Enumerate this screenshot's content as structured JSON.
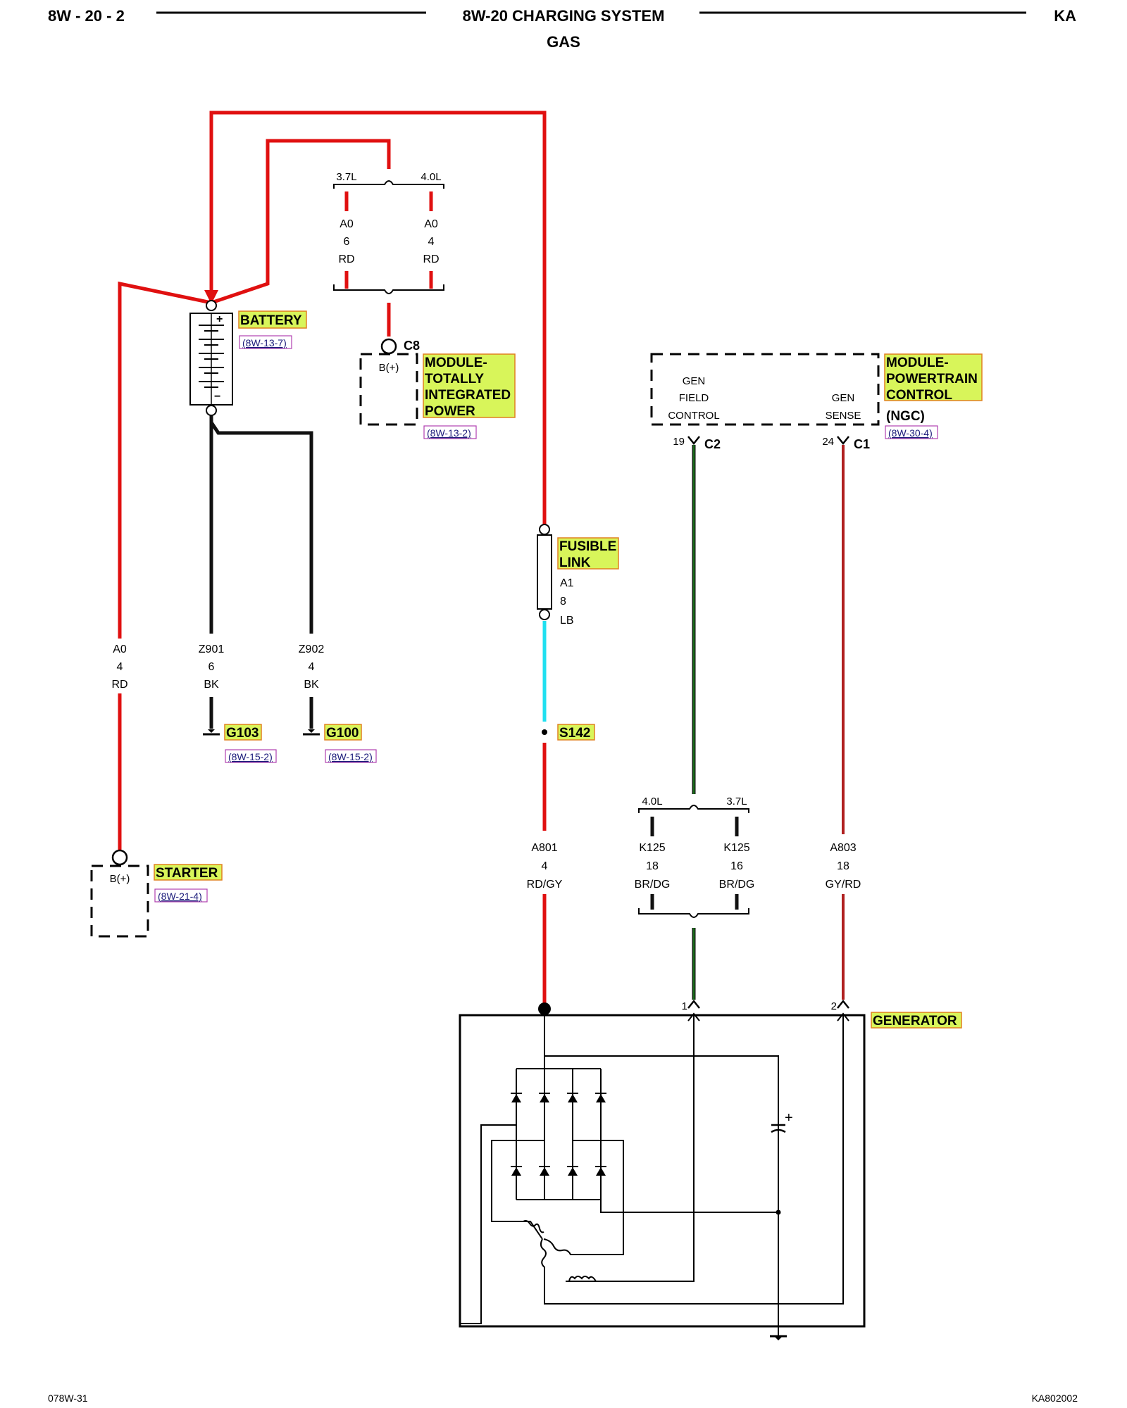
{
  "header": {
    "page": "8W - 20 - 2",
    "title": "8W-20 CHARGING SYSTEM",
    "subtitle": "GAS",
    "vehicle": "KA"
  },
  "footer": {
    "left": "078W-31",
    "right": "KA802002"
  },
  "colors": {
    "red": "#e01010",
    "dark_red": "#b02020",
    "black": "#111111",
    "cyan": "#20e0f0",
    "green": "#1a6e1a",
    "highlight": "#d8f55a",
    "highlight_border": "#e08020"
  },
  "top_branch": {
    "left_option": "3.7L",
    "right_option": "4.0L",
    "left_wire": {
      "circuit": "A0",
      "gauge": "6",
      "color": "RD"
    },
    "right_wire": {
      "circuit": "A0",
      "gauge": "4",
      "color": "RD"
    }
  },
  "battery": {
    "label": "BATTERY",
    "ref": "(8W-13-7)",
    "plus_symbol": "+",
    "minus_symbol": "−"
  },
  "tipm": {
    "connector": "C8",
    "pin": "B(+)",
    "label_lines": [
      "MODULE-",
      "TOTALLY",
      "INTEGRATED",
      "POWER"
    ],
    "ref": "(8W-13-2)"
  },
  "pcm": {
    "label_lines": [
      "MODULE-",
      "POWERTRAIN",
      "CONTROL"
    ],
    "sub_label": "(NGC)",
    "ref": "(8W-30-4)",
    "left_function": [
      "GEN",
      "FIELD",
      "CONTROL"
    ],
    "right_function": [
      "GEN",
      "SENSE"
    ],
    "left_pin": "19",
    "left_connector": "C2",
    "right_pin": "24",
    "right_connector": "C1"
  },
  "fusible_link": {
    "label_lines": [
      "FUSIBLE",
      "LINK"
    ],
    "wire": {
      "circuit": "A1",
      "gauge": "8",
      "color": "LB"
    }
  },
  "wires": {
    "starter_feed": {
      "circuit": "A0",
      "gauge": "4",
      "color": "RD"
    },
    "ground_1": {
      "circuit": "Z901",
      "gauge": "6",
      "color": "BK"
    },
    "ground_2": {
      "circuit": "Z902",
      "gauge": "4",
      "color": "BK"
    },
    "output": {
      "circuit": "A801",
      "gauge": "4",
      "color": "RD/GY"
    },
    "field_left": {
      "circuit": "K125",
      "gauge": "18",
      "color": "BR/DG"
    },
    "field_right": {
      "circuit": "K125",
      "gauge": "16",
      "color": "BR/DG"
    },
    "sense": {
      "circuit": "A803",
      "gauge": "18",
      "color": "GY/RD"
    }
  },
  "field_branch": {
    "left_option": "4.0L",
    "right_option": "3.7L"
  },
  "grounds": {
    "g103": {
      "label": "G103",
      "ref": "(8W-15-2)"
    },
    "g100": {
      "label": "G100",
      "ref": "(8W-15-2)"
    }
  },
  "splice": {
    "label": "S142"
  },
  "starter": {
    "label": "STARTER",
    "pin": "B(+)",
    "ref": "(8W-21-4)"
  },
  "generator": {
    "label": "GENERATOR",
    "pin1": "1",
    "pin2": "2",
    "cap_plus": "+"
  }
}
